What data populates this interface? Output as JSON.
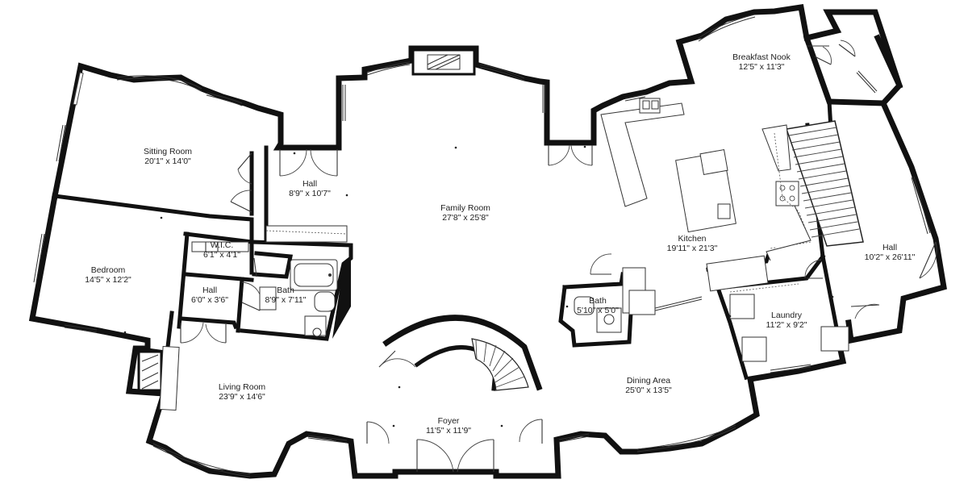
{
  "rooms": [
    {
      "id": "sitting-room",
      "name": "Sitting Room",
      "dims": "20'1\" x 14'0\""
    },
    {
      "id": "hall-upper",
      "name": "Hall",
      "dims": "8'9\" x 10'7\""
    },
    {
      "id": "family-room",
      "name": "Family Room",
      "dims": "27'8\" x 25'8\""
    },
    {
      "id": "breakfast-nook",
      "name": "Breakfast Nook",
      "dims": "12'5\" x 11'3\""
    },
    {
      "id": "kitchen",
      "name": "Kitchen",
      "dims": "19'11\" x 21'3\""
    },
    {
      "id": "hall-right",
      "name": "Hall",
      "dims": "10'2\" x 26'11\""
    },
    {
      "id": "bedroom",
      "name": "Bedroom",
      "dims": "14'5\" x 12'2\""
    },
    {
      "id": "wic",
      "name": "W.I.C.",
      "dims": "6'1\" x 4'1\""
    },
    {
      "id": "hall-small",
      "name": "Hall",
      "dims": "6'0\" x 3'6\""
    },
    {
      "id": "bath-left",
      "name": "Bath",
      "dims": "8'9\" x 7'11\""
    },
    {
      "id": "bath-center",
      "name": "Bath",
      "dims": "5'10\" x 5'0\""
    },
    {
      "id": "laundry",
      "name": "Laundry",
      "dims": "11'2\" x 9'2\""
    },
    {
      "id": "living-room",
      "name": "Living Room",
      "dims": "23'9\" x 14'6\""
    },
    {
      "id": "dining-area",
      "name": "Dining Area",
      "dims": "25'0\" x 13'5\""
    },
    {
      "id": "foyer",
      "name": "Foyer",
      "dims": "11'5\" x 11'9\""
    }
  ]
}
